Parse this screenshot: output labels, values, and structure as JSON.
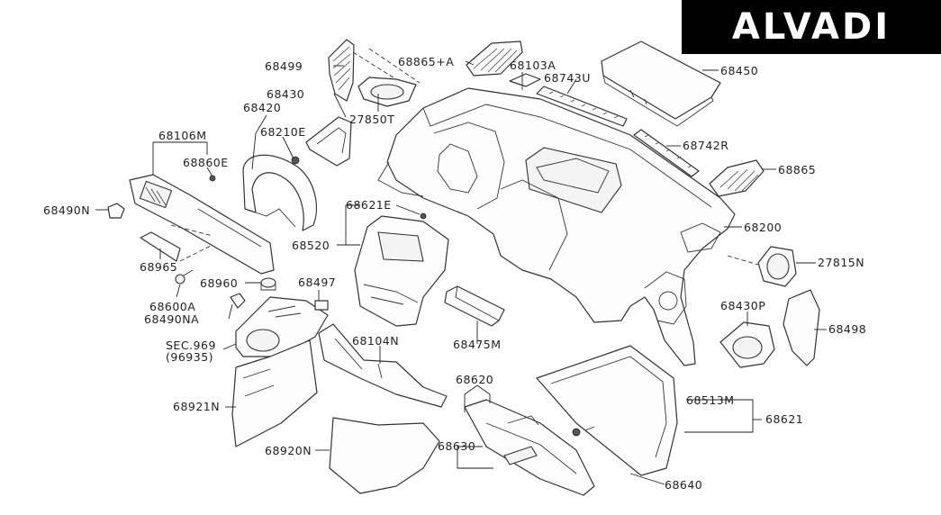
{
  "brand": {
    "logo_text": "ALVADI",
    "logo_bg": "#000000",
    "logo_fg": "#ffffff"
  },
  "labels": {
    "p68499": "68499",
    "p68865A": "68865+A",
    "p68103A": "68103A",
    "p68743U": "68743U",
    "p68450": "68450",
    "p68430": "68430",
    "p68420": "68420",
    "p27850T": "27850T",
    "p68210E": "68210E",
    "p68106M": "68106M",
    "p68860E": "68860E",
    "p68742R": "68742R",
    "p68865": "68865",
    "p68490N": "68490N",
    "p68621E": "68621E",
    "p68200": "68200",
    "p68520": "68520",
    "p27815N": "27815N",
    "p68965": "68965",
    "p68960": "68960",
    "p68497": "68497",
    "p68600A": "68600A",
    "p68490NA": "68490NA",
    "p68430P": "68430P",
    "p68498": "68498",
    "p68475M": "68475M",
    "sec969": "SEC.969",
    "sec96935": "(96935)",
    "p68104N": "68104N",
    "p68620": "68620",
    "p68513M": "68513M",
    "p68921N": "68921N",
    "p68621": "68621",
    "p68630": "68630",
    "p68920N": "68920N",
    "p68640": "68640"
  }
}
